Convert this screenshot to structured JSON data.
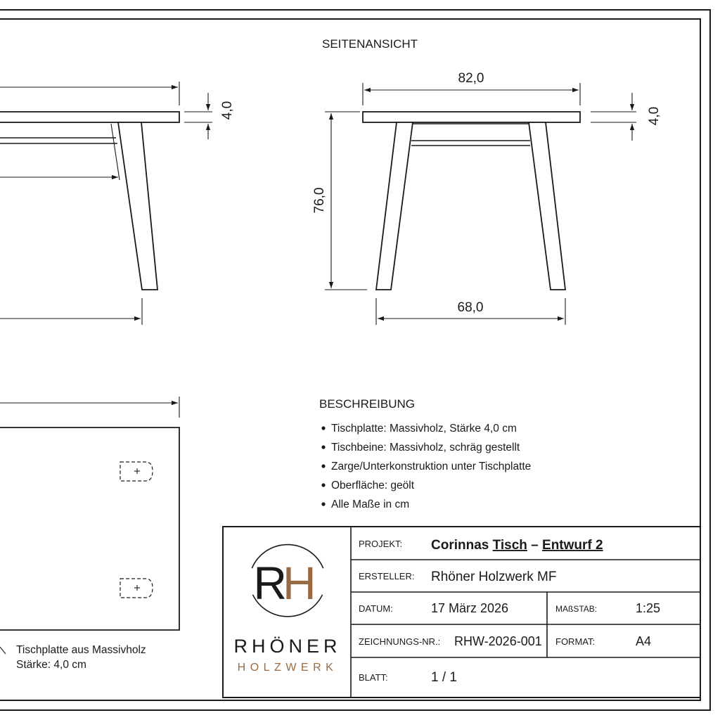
{
  "side_view": {
    "title": "SEITENANSICHT",
    "dim_width_top": "82,0",
    "dim_height": "76,0",
    "dim_width_bottom": "68,0",
    "dim_thickness": "4,0"
  },
  "front_view": {
    "dim_thickness": "4,0"
  },
  "plan_view": {
    "note_line1": "Tischplatte aus Massivholz",
    "note_line2": "Stärke: 4,0 cm"
  },
  "description": {
    "title": "BESCHREIBUNG",
    "items": [
      "Tischplatte: Massivholz, Stärke 4,0 cm",
      "Tischbeine: Massivholz, schräg gestellt",
      "Zarge/Unterkonstruktion unter Tischplatte",
      "Oberfläche: geölt",
      "Alle Maße in cm"
    ]
  },
  "title_block": {
    "logo_monogram_left": "R",
    "logo_monogram_right": "H",
    "logo_line1": "RHÖNER",
    "logo_line2": "HOLZWERK",
    "project_label": "PROJEKT:",
    "project_parts": [
      "Corinnas ",
      "Tisch",
      " – ",
      "Entwurf 2"
    ],
    "creator_label": "ERSTELLER:",
    "creator_value": "Rhöner Holzwerk MF",
    "date_label": "DATUM:",
    "date_value": "17 März 2026",
    "scale_label": "MAßSTAB:",
    "scale_value": "1:25",
    "drawing_no_label": "ZEICHNUNGS-NR.:",
    "drawing_no_value": "RHW-2026-001",
    "format_label": "FORMAT:",
    "format_value": "A4",
    "sheet_label": "BLATT:",
    "sheet_value": "1 / 1"
  },
  "colors": {
    "ink": "#1a1a1a",
    "brand_accent": "#9a6b42"
  }
}
